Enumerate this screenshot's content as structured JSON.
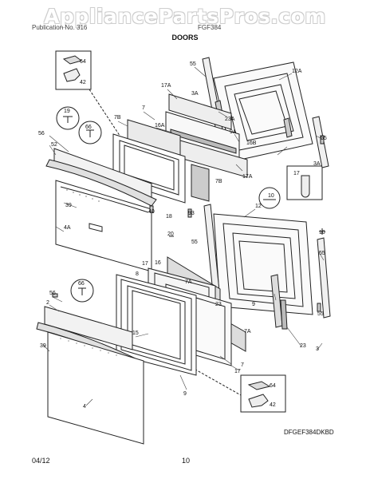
{
  "watermark": "AppliancePartsPros.com",
  "header": {
    "left": "Publication No. 316",
    "right": "FGF384"
  },
  "title": "DOORS",
  "model_code": "DFGEF384DKBD",
  "footer": {
    "date": "04/12",
    "page": "10"
  },
  "callouts": [
    "64",
    "42",
    "55",
    "3A",
    "12A",
    "17A",
    "7",
    "7B",
    "16A",
    "3A",
    "23A",
    "9A",
    "55",
    "19",
    "56",
    "66",
    "52",
    "16B",
    "17A",
    "7B",
    "93",
    "18",
    "10",
    "17",
    "40",
    "4A",
    "39",
    "18",
    "20",
    "12",
    "10",
    "55",
    "17",
    "16",
    "7A",
    "55",
    "23",
    "15",
    "9",
    "8",
    "66",
    "56",
    "2",
    "39",
    "7A",
    "17",
    "7",
    "64",
    "42",
    "4",
    "9",
    "55",
    "23",
    "3"
  ]
}
